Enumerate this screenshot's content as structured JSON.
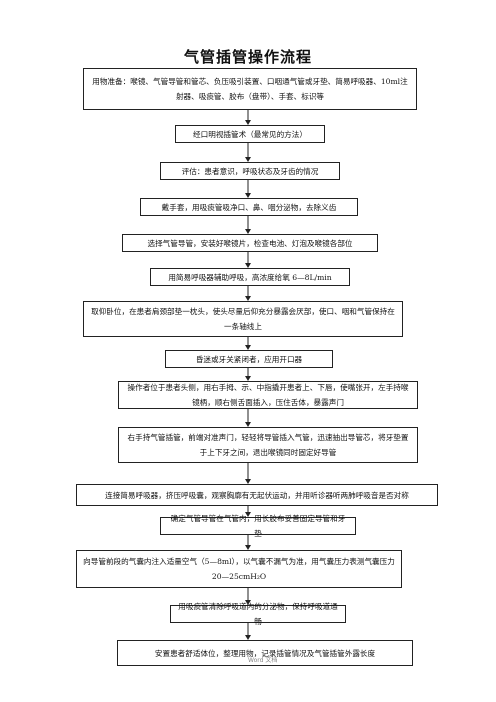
{
  "title": "气管插管操作流程",
  "steps": [
    "用物准备：喉镜、气管导管和管芯、负压吸引装置、口咽通气管或牙垫、简易呼吸器、10ml注射器、吸痰管、胶布（盘带）、手套、标识等",
    "经口明视插管术（最常见的方法）",
    "评估：患者意识，呼吸状态及牙齿的情况",
    "戴手套，用吸痰管吸净口、鼻、咽分泌物，去除义齿",
    "选择气管导管，安装好喉镜片，检查电池、灯泡及喉镜各部位",
    "用简易呼吸器辅助呼吸，高浓度给氧 6—8L/min",
    "取仰卧位，在患者肩颈部垫一枕头，使头尽量后仰充分暴露会厌部，使口、咽和气管保持在一条轴线上",
    "昏迷或牙关紧闭者，应用开口器",
    "操作者位于患者头侧，用右手拇、示、中指撬开患者上、下唇，使嘴张开，左手持喉镜柄，顺右侧舌面插入，压住舌体，暴露声门",
    "右手持气管插管，前端对准声门，轻轻将导管插入气管，迅速抽出导管芯，将牙垫置于上下牙之间，退出喉镜同时固定好导管",
    "连接简易呼吸器，挤压呼吸囊，观察胸廓有无起伏运动，并用听诊器听两肺呼吸音是否对称",
    "确定气管导管在气管内，用长胶布妥善固定导管和牙垫",
    "向导管前段的气囊内注入适量空气（5—8ml），以气囊不漏气为准，用气囊压力表测气囊压力 20—25cmH₂O",
    "用吸痰管清除呼吸道内的分泌物，保持呼吸道通畅",
    "安置患者舒适体位，整理用物，记录插管情况及气管插管外露长度"
  ],
  "footer": "Word 文档"
}
